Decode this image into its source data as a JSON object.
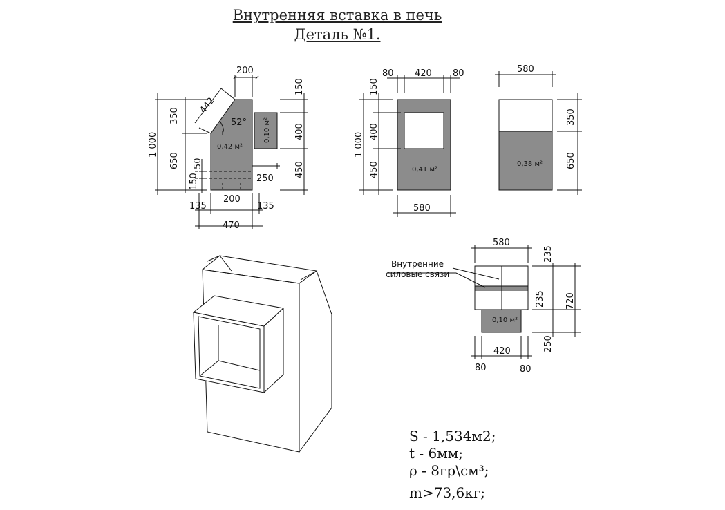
{
  "title": {
    "line1": "Внутренняя вставка в печь",
    "line2": "Деталь №1."
  },
  "side_view": {
    "top_width": "200",
    "slant_length": "442",
    "angle": "52°",
    "height_total": "1 000",
    "height_upper": "350",
    "height_lower": "650",
    "right_150": "150",
    "right_400": "400",
    "right_450": "450",
    "left_50": "50",
    "left_150": "150",
    "dim_250": "250",
    "bottom_200": "200",
    "bottom_135_left": "135",
    "bottom_135_right": "135",
    "bottom_470": "470",
    "area_main": "0,42 м²",
    "area_window": "0,10 м²"
  },
  "front_view": {
    "top_80_left": "80",
    "top_420": "420",
    "top_80_right": "80",
    "left_150": "150",
    "left_400": "400",
    "left_450": "450",
    "height_total": "1 000",
    "bottom_580": "580",
    "area": "0,41 м²"
  },
  "back_view": {
    "top_580": "580",
    "right_350": "350",
    "right_650": "650",
    "area": "0,38 м²"
  },
  "top_view": {
    "top_580": "580",
    "note_line1": "Внутренние",
    "note_line2": "силовые связи",
    "right_235_top": "235",
    "right_235_mid": "235",
    "right_250": "250",
    "right_720": "720",
    "bottom_420": "420",
    "bottom_80_left": "80",
    "bottom_80_right": "80",
    "area": "0,10 м²"
  },
  "specs": {
    "area": "S - 1,534м2;",
    "thickness": "t  - 6мм;",
    "density": "ρ - 8гр\\см³;",
    "mass": "m>73,6кг;"
  },
  "colors": {
    "fill": "#8c8c8c",
    "line": "#111111"
  }
}
